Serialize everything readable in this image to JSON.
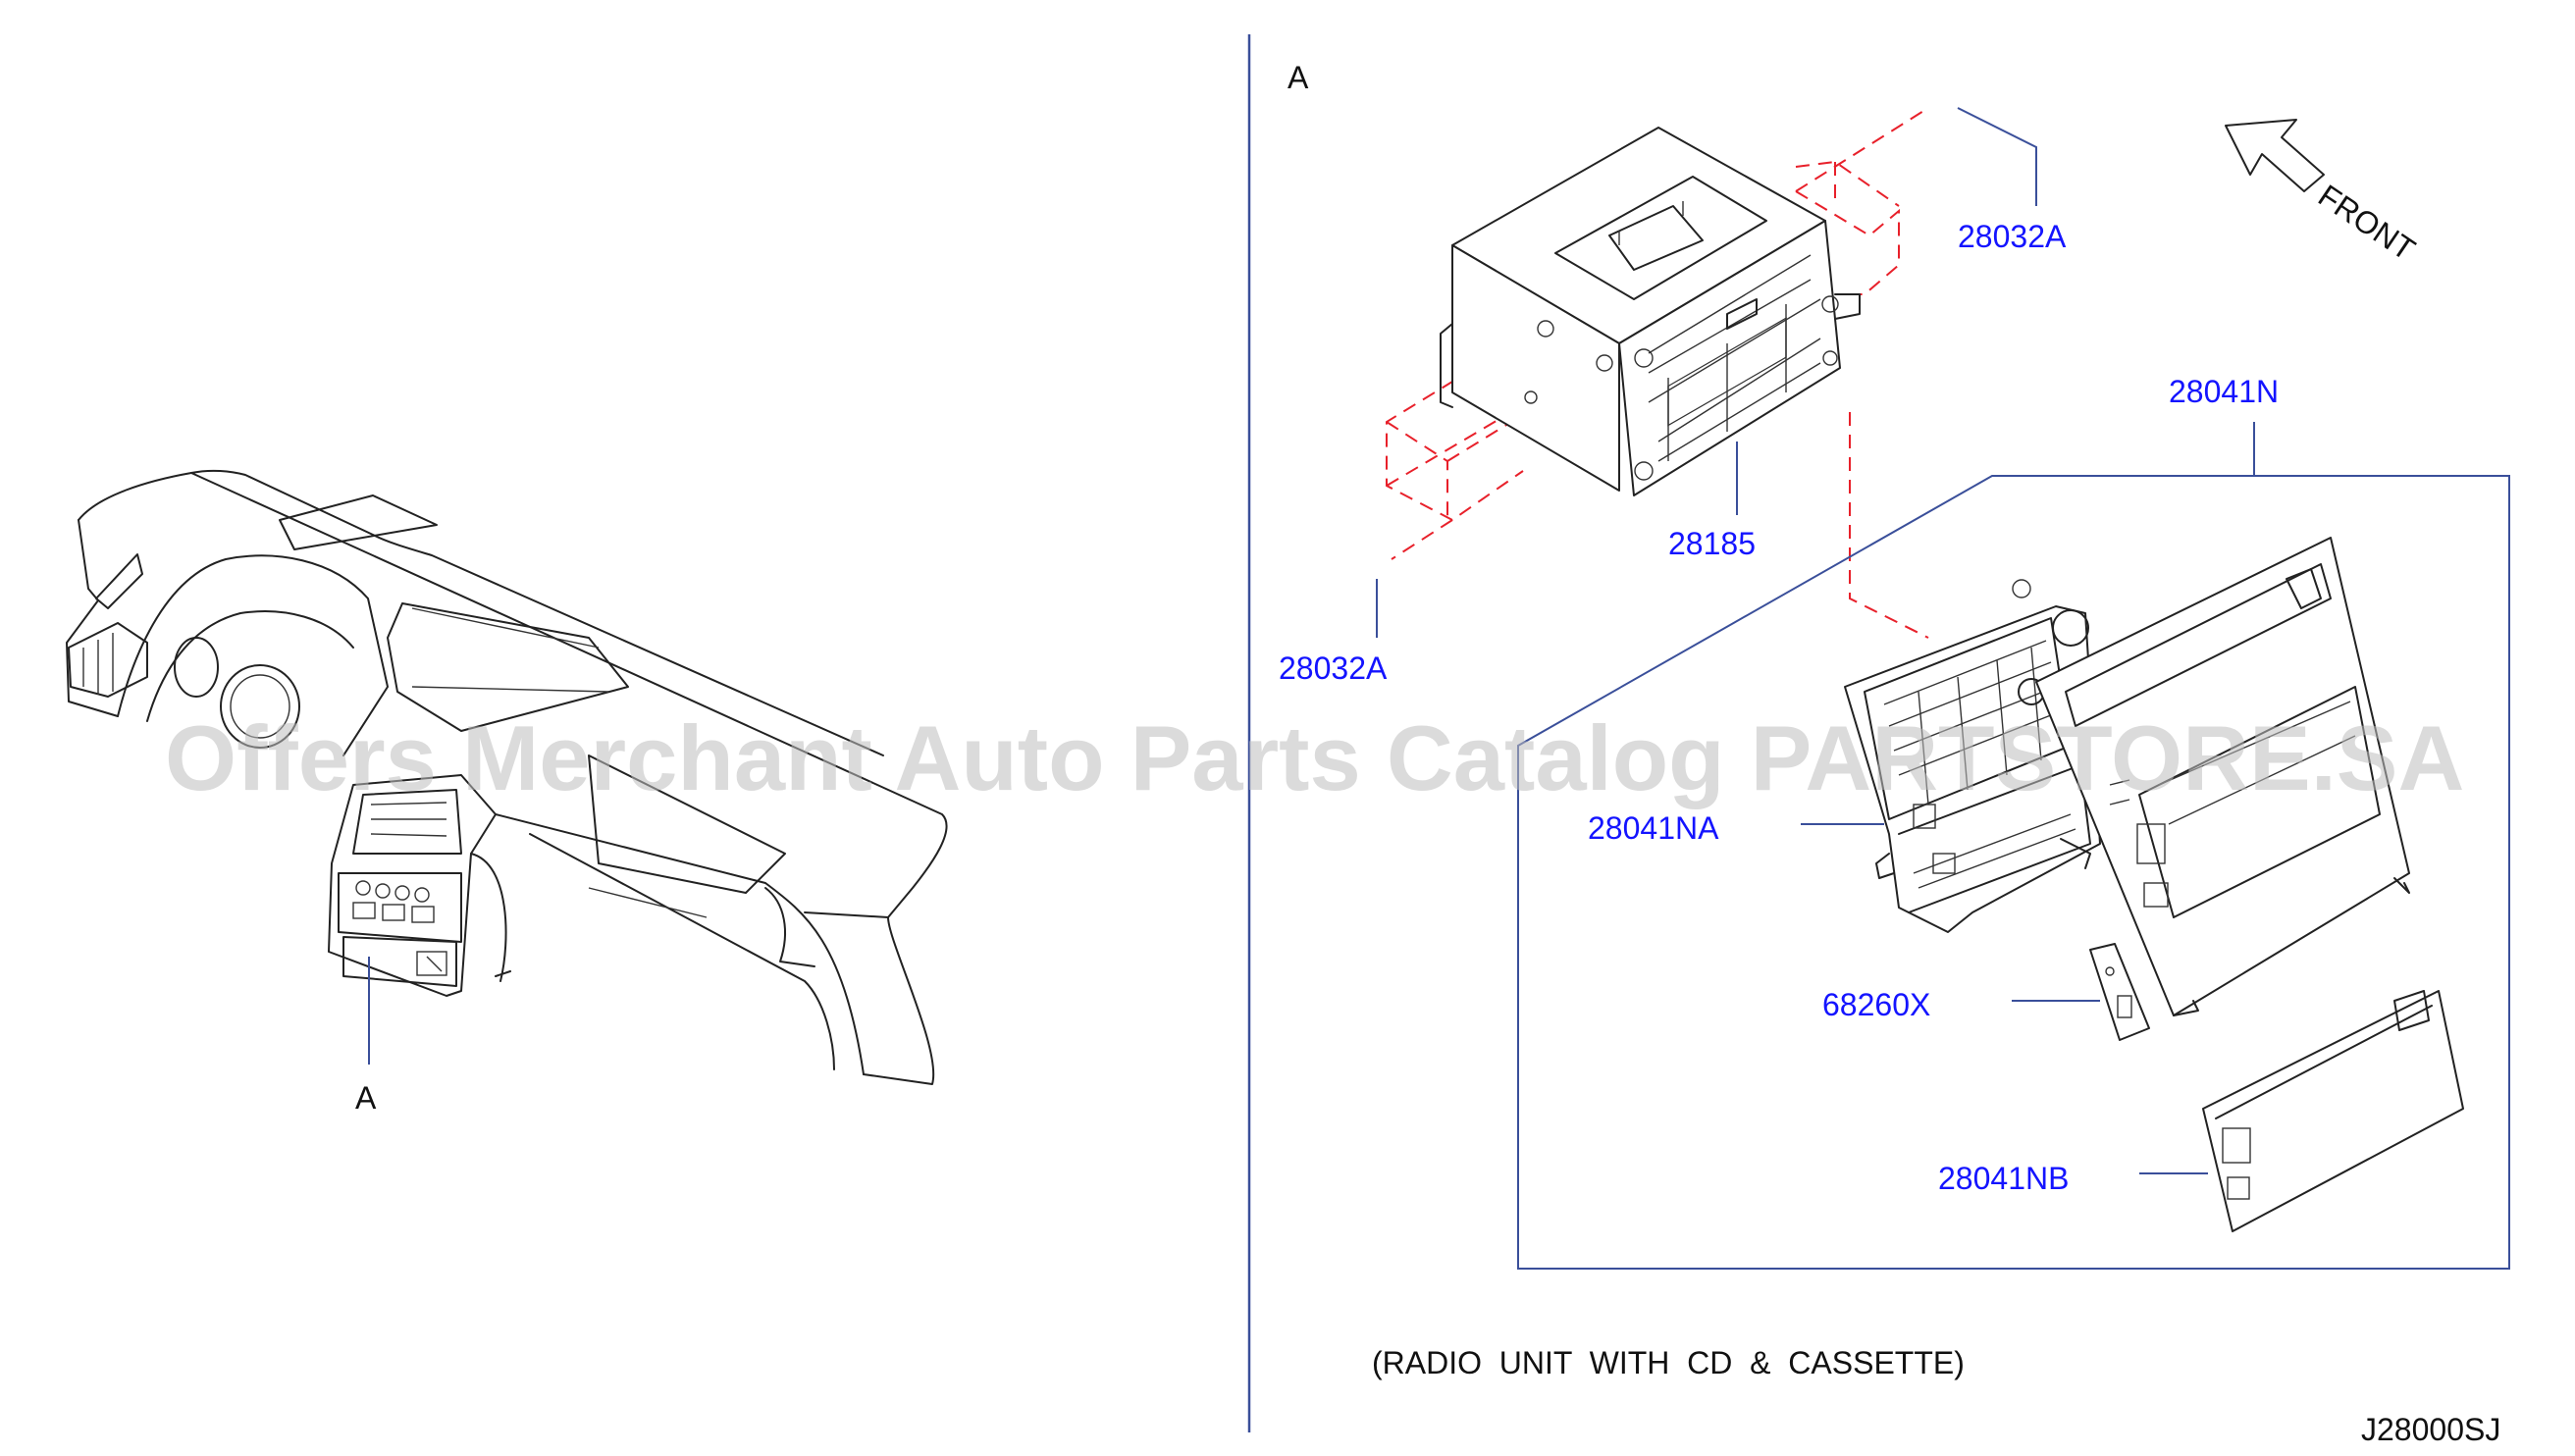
{
  "view_labels": {
    "overview_callout": "A",
    "detail_view": "A"
  },
  "front_indicator": {
    "label": "FRONT",
    "icon": "front-arrow-icon"
  },
  "part_labels": {
    "p28032A_top": "28032A",
    "p28185": "28185",
    "p28032A_bottom": "28032A",
    "p28041N": "28041N",
    "p28041NA": "28041NA",
    "p68260X": "68260X",
    "p28041NB": "28041NB"
  },
  "caption": "(RADIO  UNIT  WITH  CD  &  CASSETTE)",
  "diagram_code": "J28000SJ",
  "watermark": "Offers Merchant Auto Parts Catalog PARTSTORE.SA",
  "colors": {
    "label_blue": "#1414ff",
    "leader_blue": "#3a4f9a",
    "dashed_red": "#e8202a",
    "line_black": "#222222"
  }
}
